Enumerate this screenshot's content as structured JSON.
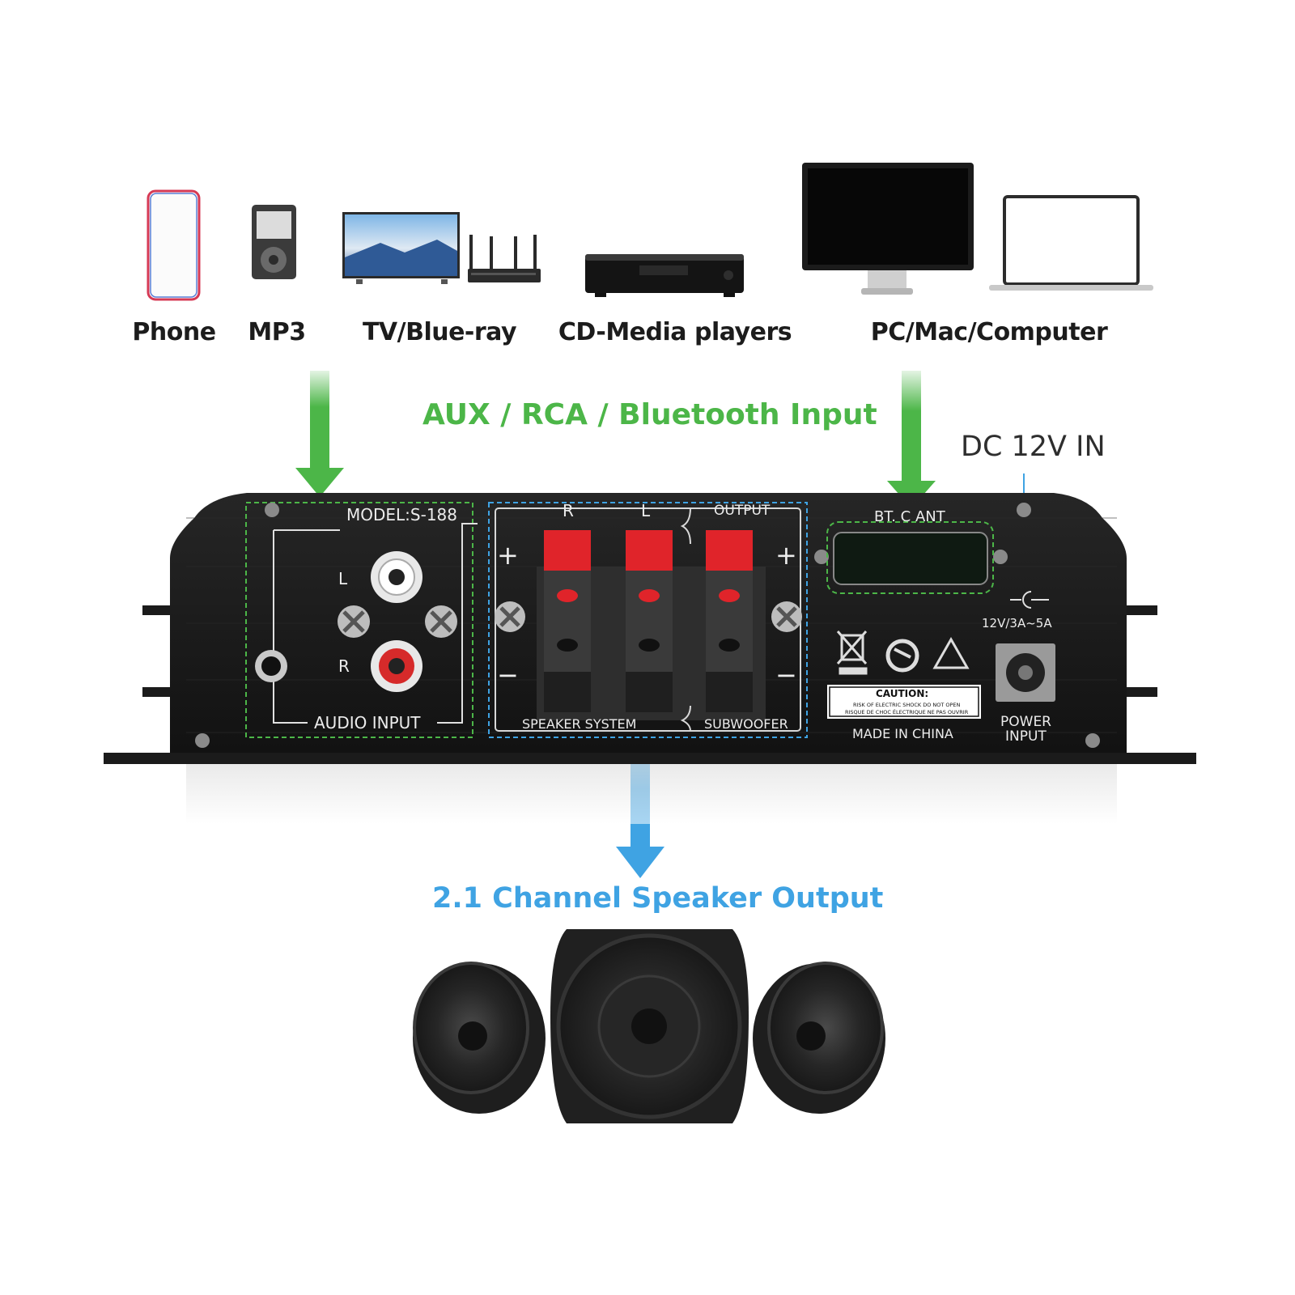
{
  "sources": {
    "phone": "Phone",
    "mp3": "MP3",
    "tv": "TV/Blue-ray",
    "cd": "CD-Media players",
    "pc": "PC/Mac/Computer"
  },
  "callouts": {
    "input": "AUX / RCA / Bluetooth Input",
    "dc": "DC 12V IN",
    "output": "2.1 Channel Speaker Output"
  },
  "panel": {
    "model": "MODEL:S-188",
    "left": "L",
    "right": "R",
    "audio_input": "AUDIO INPUT",
    "speaker_r": "R",
    "speaker_l": "L",
    "output": "OUTPUT",
    "plus": "+",
    "minus": "−",
    "speaker_system": "SPEAKER  SYSTEM",
    "subwoofer": "SUBWOOFER",
    "bt_ant": "BT. C ANT",
    "voltage": "12V/3A~5A",
    "caution_title": "CAUTION:",
    "caution_line1": "RISK OF ELECTRIC SHOCK DO NOT OPEN",
    "caution_line2": "RISQUE DE CHOC ÉLECTRIQUE NE PAS OUVRIR",
    "made_in": "MADE IN CHINA",
    "power": "POWER",
    "input": "INPUT"
  },
  "colors": {
    "green": "#4cb648",
    "blue": "#3fa3e3",
    "panel": "#1a1a1a",
    "terminal_red": "#e0242a"
  },
  "icons": [
    "smartphone-icon",
    "mp3-player-icon",
    "tv-icon",
    "router-icon",
    "cd-player-icon",
    "monitor-icon",
    "laptop-icon",
    "speaker-icon"
  ]
}
